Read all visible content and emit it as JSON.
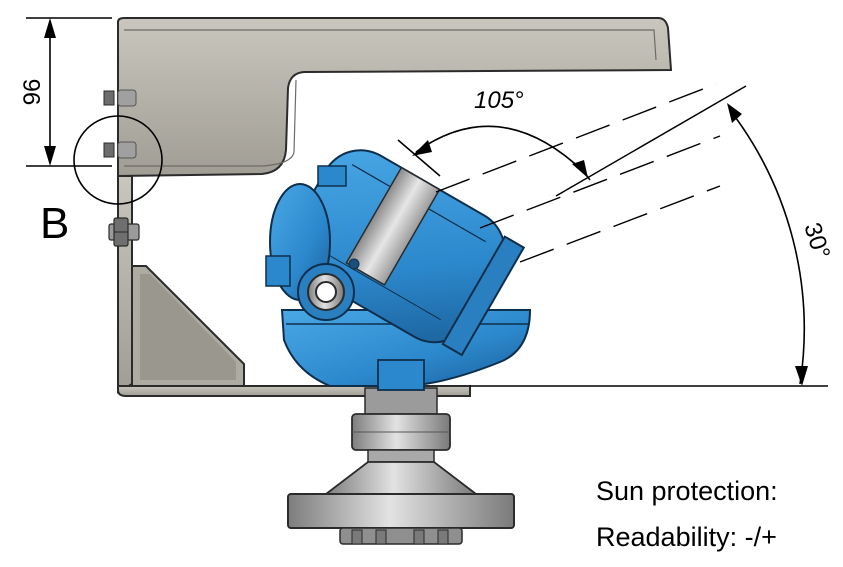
{
  "dimensions": {
    "height_label": "96",
    "beam_angle_label": "105°",
    "tilt_angle_label": "30°"
  },
  "detail_label": "B",
  "notes": {
    "sun_protection": "Sun protection: ",
    "readability": "Readability: -/+"
  },
  "colors": {
    "bracket_fill": "#b7b4ab",
    "bracket_shade": "#8f8c84",
    "housing_blue": "#2f8fd3",
    "housing_dark": "#1b6aa6",
    "metal_light": "#d2d2d2",
    "metal_dark": "#8a8a8a"
  }
}
